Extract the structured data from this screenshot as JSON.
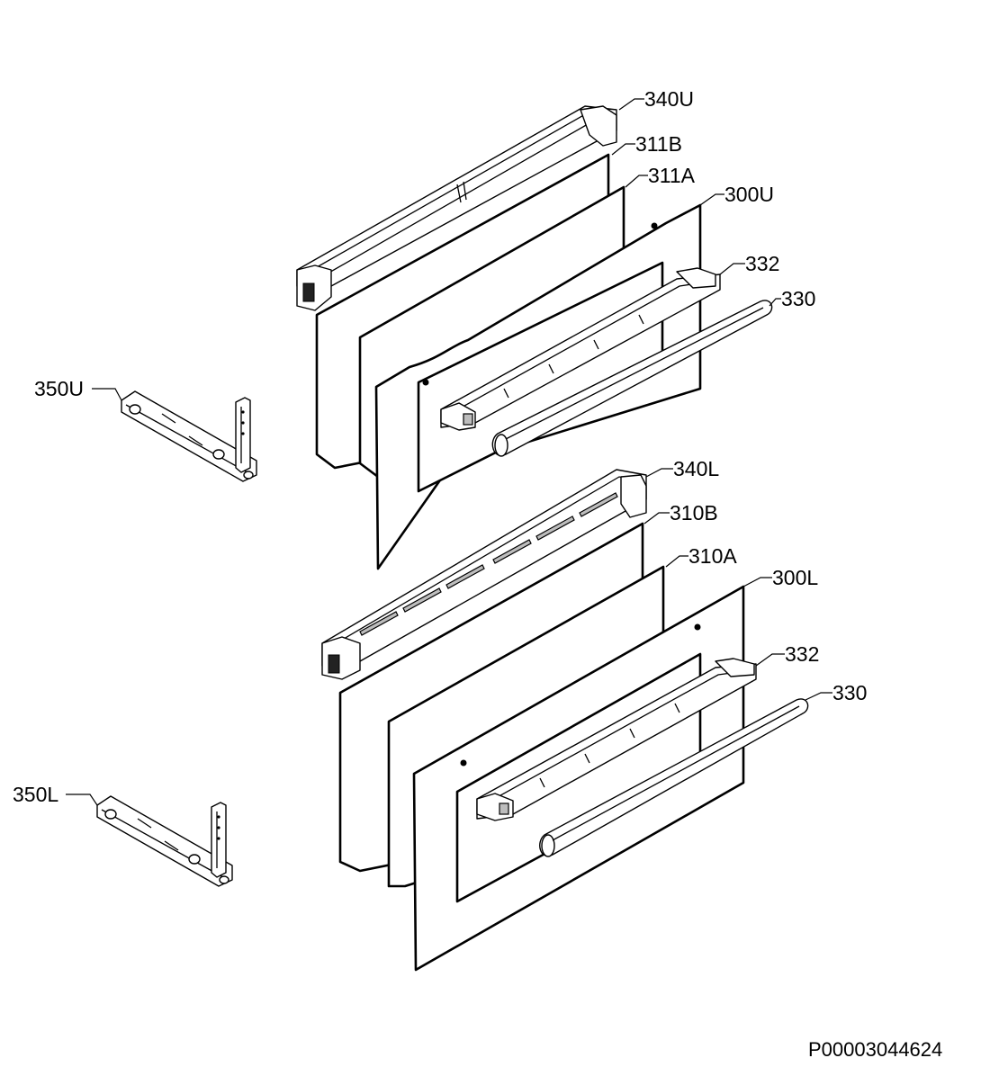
{
  "labels": {
    "340U": "340U",
    "311B": "311B",
    "311A": "311A",
    "300U": "300U",
    "332_upper": "332",
    "330_upper": "330",
    "350U": "350U",
    "340L": "340L",
    "310B": "310B",
    "310A": "310A",
    "300L": "300L",
    "332_lower": "332",
    "330_lower": "330",
    "350L": "350L"
  },
  "document_code": "P00003044624"
}
